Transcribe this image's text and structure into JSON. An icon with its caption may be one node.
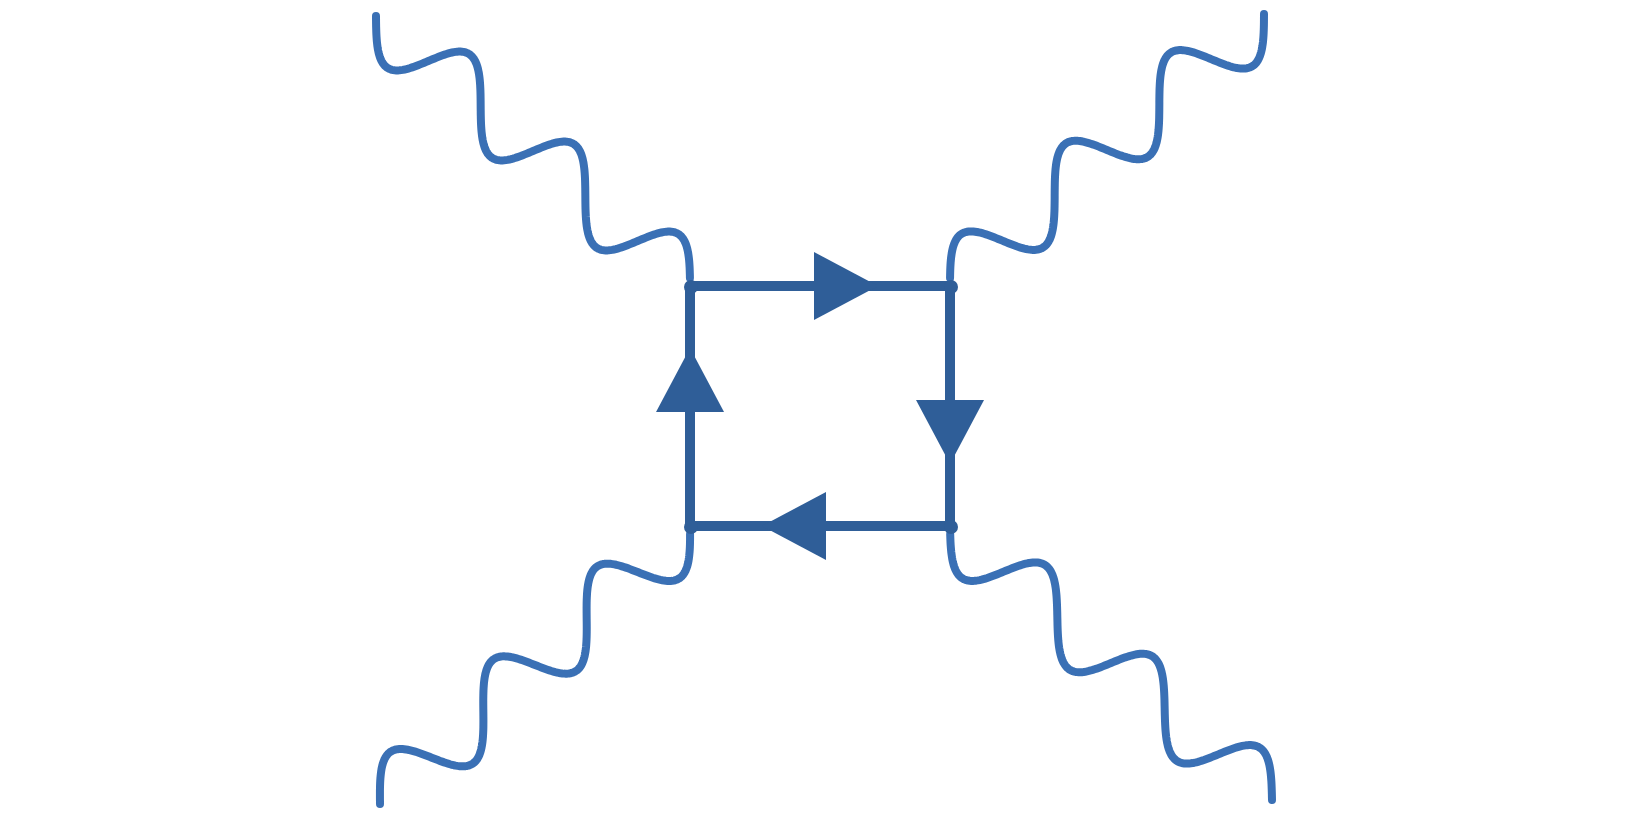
{
  "diagram": {
    "nodes": [
      {
        "text": [],
        "shape": "dot"
      },
      {
        "text": [],
        "shape": "dot"
      },
      {
        "text": [],
        "shape": "dot"
      },
      {
        "text": [],
        "shape": "dot"
      }
    ],
    "edges": [
      {
        "from": 0,
        "to": 1,
        "arrow": "to"
      },
      {
        "from": 1,
        "to": 3,
        "arrow": "to"
      },
      {
        "from": 3,
        "to": 2,
        "arrow": "to"
      },
      {
        "from": 2,
        "to": 0,
        "arrow": "to"
      },
      {
        "from": 0,
        "to": null,
        "arrow": "none",
        "color": "#3a70b5"
      },
      {
        "from": 1,
        "to": null,
        "arrow": "none",
        "color": "#3a70b5"
      },
      {
        "from": 2,
        "to": null,
        "arrow": "none",
        "color": "#3a70b5"
      },
      {
        "from": 3,
        "to": null,
        "arrow": "none",
        "color": "#3a70b5"
      }
    ]
  }
}
